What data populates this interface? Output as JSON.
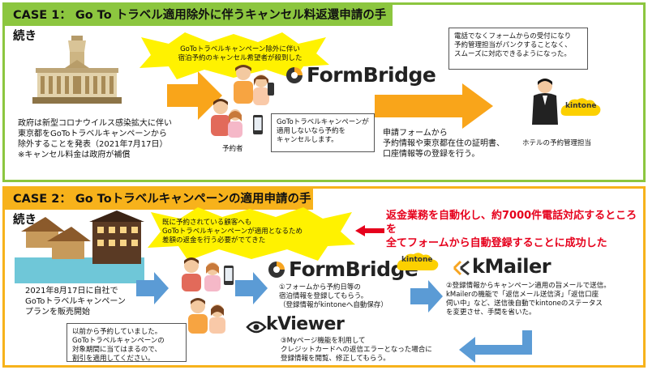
{
  "case1": {
    "title": "CASE 1： Go To トラベル適用除外に伴うキャンセル料返還申請の手続き",
    "govt_text": "政府は新型コロナウイルス感染拡大に伴い\n東京都をGoToトラベルキャンペーンから\n除外することを発表（2021年7月17日）\n※キャンセル料金は政府が補償",
    "burst_text": "GoToトラベルキャンペーン除外に伴い\n宿泊予約のキャンセル希望者が殺到した",
    "phone_note": "GoToトラベルキャンペーンが\n適用しないなら予約を\nキャンセルします。",
    "reserver_label": "予約者",
    "formbridge": "FormBridge",
    "process_text": "申請フォームから\n予約情報や東京都在住の証明書、\n口座情報等の登録を行う。",
    "hotel_note": "電話でなくフォームからの受付になり\n予約管理担当がパンクすることなく、\nスムーズに対応できるようになった。",
    "kintone": "kintone",
    "staff_label": "ホテルの予約管理担当"
  },
  "case2": {
    "title": "CASE 2： Go Toトラベルキャンペーンの適用申請の手続き",
    "sale_text": "2021年8月17日に自社で\nGoToトラベルキャンペーン\nプランを販売開始",
    "burst_text": "既に予約されている顧客へも\nGoToトラベルキャンペーンが適用となるため\n差額の返金を行う必要がでてきた",
    "customer_note": "以前から予約していました。\nGoToトラベルキャンペーンの\n対象期間に当てはまるので、\n割引を適用してください。",
    "red_text": "返金業務を自動化し、約7000件電話対応するところを\n全てフォームから自動登録することに成功した",
    "formbridge": "FormBridge",
    "kintone": "kintone",
    "kmailer": "kMailer",
    "kviewer": "kViewer",
    "step1": "①フォームから予約日等の\n宿泊情報を登録してもらう。\n（登録情報がkintoneへ自動保存）",
    "step2": "②登録情報からキャンペーン適用の旨メールで送信。\nkMailerの機能で「返信メール送信済」「返信口座\n伺い中」など、送信後自動でkintoneのステータス\nを変更させ、手間を省いた。",
    "step3": "③Myページ機能を利用して\nクレジットカードへの返信エラーとなった場合に\n登録情報を閲覧、修正してもらう。"
  },
  "colors": {
    "case1_accent": "#8cc63f",
    "case2_accent": "#f7b21b",
    "arrow_orange": "#f9a51a",
    "arrow_blue": "#5b9bd5",
    "red": "#e6001c",
    "burst_yellow": "#fff200",
    "kintone_yellow": "#fcd000"
  }
}
